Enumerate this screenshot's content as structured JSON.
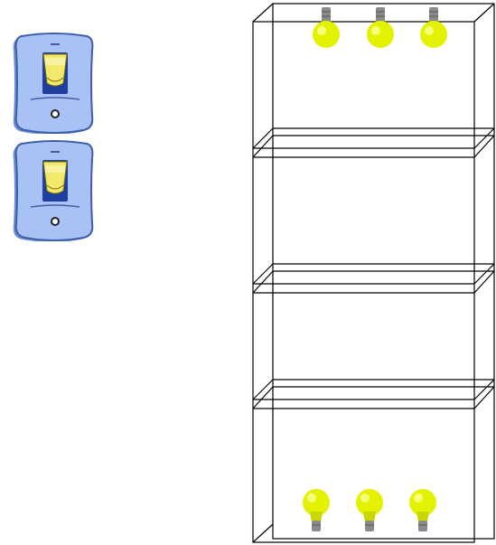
{
  "colors": {
    "switch_plate": "#a9c2f5",
    "switch_plate_edge": "#3e5fa8",
    "switch_plate_shadow": "#6f8fd6",
    "toggle_cap": "#f2e86a",
    "toggle_base": "#1f3fa0",
    "bulb_glass": "#e2f200",
    "bulb_glow": "#f6ff7a",
    "bulb_base": "#8a8a8a",
    "frame_line": "#000000"
  },
  "icons": {
    "switch": "wall-switch-icon",
    "bulb": "light-bulb-icon"
  },
  "switches": [
    {
      "name": "top-lights-switch",
      "state": "on"
    },
    {
      "name": "bottom-lights-switch",
      "state": "on"
    }
  ],
  "shelf": {
    "levels": 4,
    "top_bulbs": {
      "count": 3,
      "state": "on",
      "orientation": "hanging"
    },
    "bottom_bulbs": {
      "count": 3,
      "state": "on",
      "orientation": "standing"
    }
  }
}
